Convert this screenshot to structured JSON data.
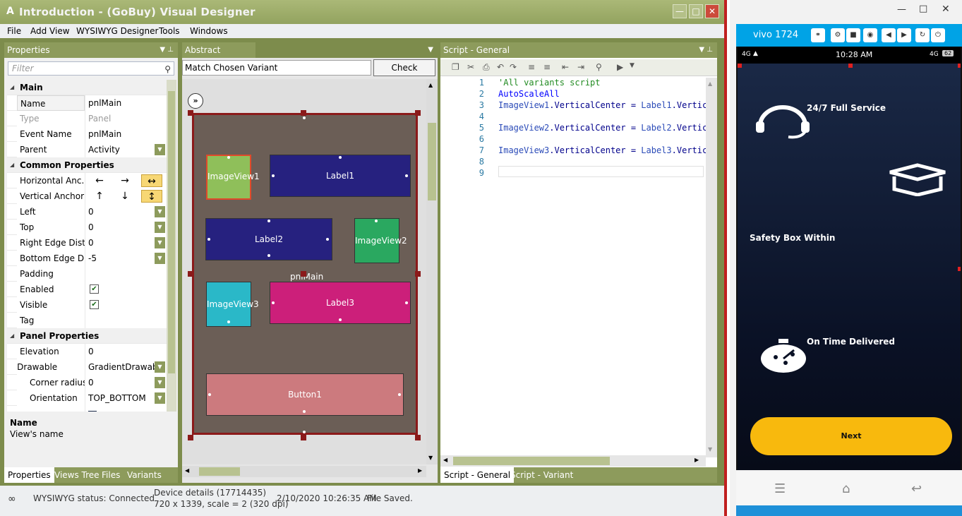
{
  "window": {
    "title": "Introduction - (GoBuy) Visual Designer",
    "icon": "A"
  },
  "menu": [
    "File",
    "Add View",
    "WYSIWYG Designer",
    "Tools",
    "Windows"
  ],
  "properties": {
    "header": "Properties",
    "filter_placeholder": "Filter",
    "cat_main": "Main",
    "name_label": "Name",
    "name_value": "pnlMain",
    "type_label": "Type",
    "type_value": "Panel",
    "event_label": "Event Name",
    "event_value": "pnlMain",
    "parent_label": "Parent",
    "parent_value": "Activity",
    "cat_common": "Common Properties",
    "hanchor_label": "Horizontal Anc...",
    "vanchor_label": "Vertical Anchor",
    "left_label": "Left",
    "left_value": "0",
    "top_label": "Top",
    "top_value": "0",
    "right_label": "Right Edge Dist...",
    "right_value": "0",
    "bottom_label": "Bottom Edge D...",
    "bottom_value": "-5",
    "padding_label": "Padding",
    "enabled_label": "Enabled",
    "visible_label": "Visible",
    "tag_label": "Tag",
    "cat_panel": "Panel Properties",
    "elevation_label": "Elevation",
    "elevation_value": "0",
    "drawable_label": "Drawable",
    "drawable_value": "GradientDrawable",
    "corner_label": "Corner radius",
    "corner_value": "0",
    "orient_label": "Orientation",
    "orient_value": "TOP_BOTTOM",
    "desc_title": "Name",
    "desc_text": "View's name",
    "tabs": [
      "Properties",
      "Views Tree",
      "Files",
      "Variants"
    ]
  },
  "designer": {
    "header": "Abstract Designer",
    "variant": "Match Chosen Variant",
    "check_anchors": "Check Anchors",
    "panel": "pnlMain",
    "views": {
      "iv1": "ImageView1",
      "label1": "Label1",
      "label2": "Label2",
      "iv2": "ImageView2",
      "iv3": "ImageView3",
      "label3": "Label3",
      "button1": "Button1"
    }
  },
  "script": {
    "header": "Script - General",
    "lines": [
      "1",
      "2",
      "3",
      "4",
      "5",
      "6",
      "7",
      "8",
      "9"
    ],
    "l1": "'All variants script",
    "l2": "AutoScaleAll",
    "a": "ImageView1",
    "b": ".VerticalCenter = ",
    "c": "Label1",
    "d": ".Vertica",
    "a2": "ImageView2",
    "c2": "Label2",
    "a3": "ImageView3",
    "c3": "Label3",
    "tabs": [
      "Script - General",
      "Script - Variant"
    ]
  },
  "status": {
    "wysiwyg": "WYSIWYG status: Connected",
    "device1": "Device details (17714435)",
    "device2": "720 x 1339, scale = 2 (320 dpi)",
    "time": "2/10/2020 10:26:35 AM",
    "saved": "File Saved."
  },
  "phone": {
    "name": "vivo 1724",
    "carrier": "4G",
    "time": "10:28 AM",
    "battery": "62",
    "feat1": "24/7 Full Service",
    "feat2": "Safety Box Within",
    "feat3": "On Time Delivered",
    "next": "Next"
  }
}
